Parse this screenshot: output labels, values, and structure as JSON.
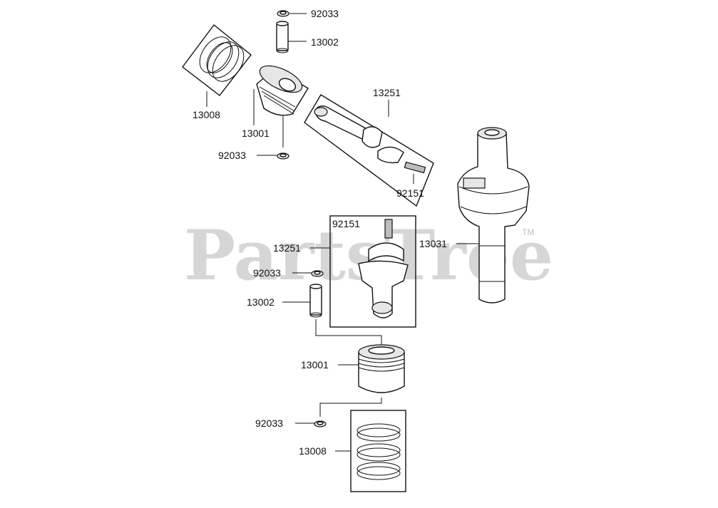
{
  "watermark": {
    "text": "PartsTree",
    "tm": "TM"
  },
  "callouts": [
    {
      "id": "c1",
      "label": "92033"
    },
    {
      "id": "c2",
      "label": "13002"
    },
    {
      "id": "c3",
      "label": "13008"
    },
    {
      "id": "c4",
      "label": "13001"
    },
    {
      "id": "c5",
      "label": "92033"
    },
    {
      "id": "c6",
      "label": "13251"
    },
    {
      "id": "c7",
      "label": "92151"
    },
    {
      "id": "c8",
      "label": "92151"
    },
    {
      "id": "c9",
      "label": "13251"
    },
    {
      "id": "c10",
      "label": "13031"
    },
    {
      "id": "c11",
      "label": "92033"
    },
    {
      "id": "c12",
      "label": "13002"
    },
    {
      "id": "c13",
      "label": "13001"
    },
    {
      "id": "c14",
      "label": "92033"
    },
    {
      "id": "c15",
      "label": "13008"
    }
  ]
}
